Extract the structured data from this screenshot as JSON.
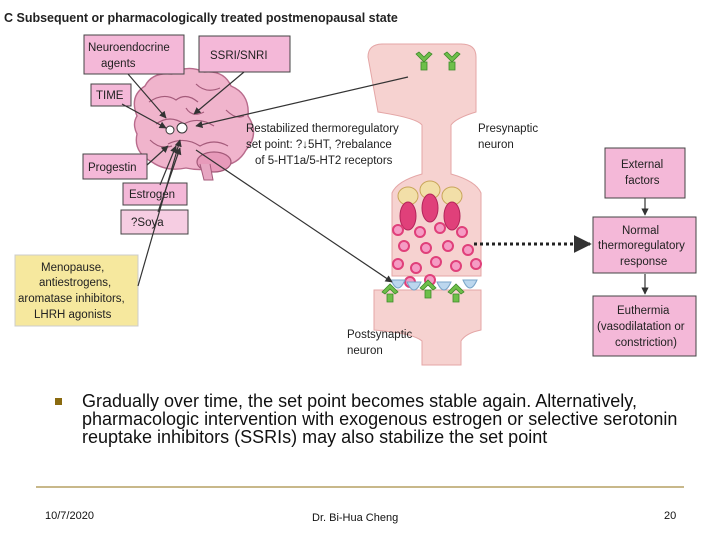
{
  "figure": {
    "title": "C Subsequent or pharmacologically treated postmenopausal state",
    "boxes": {
      "neuroendocrine": [
        "Neuroendocrine",
        "agents"
      ],
      "ssri": [
        "SSRI/SNRI"
      ],
      "time": [
        "TIME"
      ],
      "progestin": [
        "Progestin"
      ],
      "estrogen": [
        "Estrogen"
      ],
      "soya": [
        "?Soya"
      ],
      "menopause": [
        "Menopause,",
        "antiestrogens,",
        "aromatase inhibitors,",
        "LHRH agonists"
      ],
      "external": [
        "External",
        "factors"
      ],
      "normal": [
        "Normal",
        "thermoregulatory",
        "response"
      ],
      "euthermia": [
        "Euthermia",
        "(vasodilatation or",
        "constriction)"
      ]
    },
    "labels": {
      "setpoint": [
        "Restabilized thermoregulatory",
        "set point: ?↓5HT, ?rebalance",
        "of 5-HT1a/5-HT2 receptors"
      ],
      "presynaptic": [
        "Presynaptic",
        "neuron"
      ],
      "postsynaptic": [
        "Postsynaptic",
        "neuron"
      ]
    },
    "colors": {
      "box_fill": "#f4b8d8",
      "box_fill_light": "#f6cde2",
      "yellow_box": "#f6e89e",
      "neuron": "#f6d2d0",
      "vesicle_pink": "#e0407a",
      "receptor_green": "#6ebf4a",
      "receptor_blue": "#bcd7ee",
      "synapse_cream": "#f2dfa8",
      "text_dark": "#222222"
    }
  },
  "bullet": {
    "text": "Gradually over time, the set point becomes stable again. Alternatively, pharmacologic intervention with exogenous estrogen or selective serotonin reuptake inhibitors (SSRIs) may also stabilize the set point"
  },
  "footer": {
    "date": "10/7/2020",
    "author": "Dr. Bi-Hua Cheng",
    "page": "20"
  }
}
